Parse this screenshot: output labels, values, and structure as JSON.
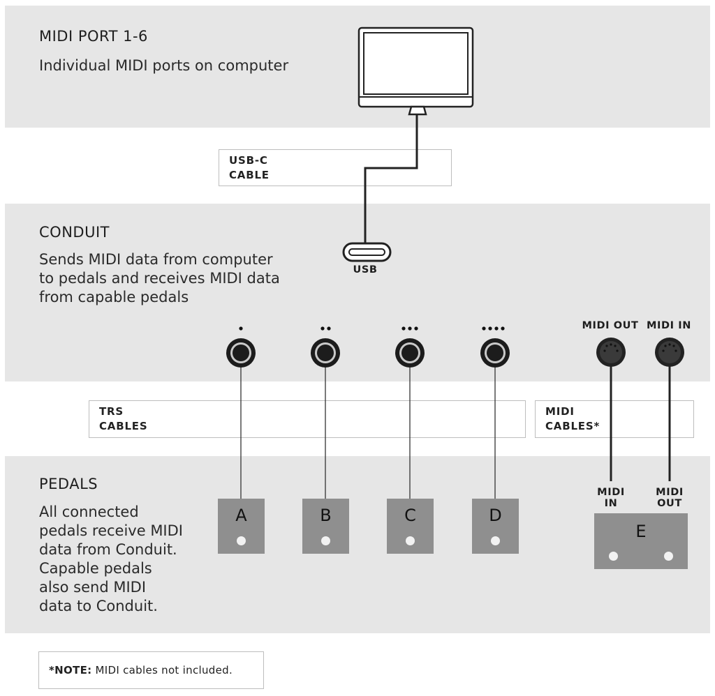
{
  "top": {
    "title": "MIDI PORT 1-6",
    "description": "Individual MIDI ports on computer"
  },
  "usb_cable_label": "USB-C\nCABLE",
  "usb_label": "USB",
  "conduit": {
    "title": "CONDUIT",
    "description": "Sends MIDI data from computer\nto pedals and receives MIDI data\nfrom capable pedals",
    "ports": [
      {
        "id": "1",
        "dots": 1
      },
      {
        "id": "2",
        "dots": 2
      },
      {
        "id": "3",
        "dots": 3
      },
      {
        "id": "4",
        "dots": 4
      }
    ],
    "midi_out_label": "MIDI OUT",
    "midi_in_label": "MIDI IN"
  },
  "trs_cables_label": "TRS\nCABLES",
  "midi_cables_label": "MIDI\nCABLES*",
  "pedals": {
    "title": "PEDALS",
    "description": "All connected\npedals receive MIDI\ndata from Conduit.\nCapable pedals\nalso send MIDI\ndata to Conduit.",
    "items": [
      "A",
      "B",
      "C",
      "D"
    ],
    "midi_pedal": {
      "label": "E",
      "in_label": "MIDI\nIN",
      "out_label": "MIDI\nOUT"
    }
  },
  "note": {
    "prefix": "*NOTE:",
    "text": " MIDI cables not included."
  },
  "colors": {
    "band": "#e6e6e6",
    "pedal": "#8f8f8f",
    "line": "#222222",
    "box_border": "#bdbdbd"
  }
}
